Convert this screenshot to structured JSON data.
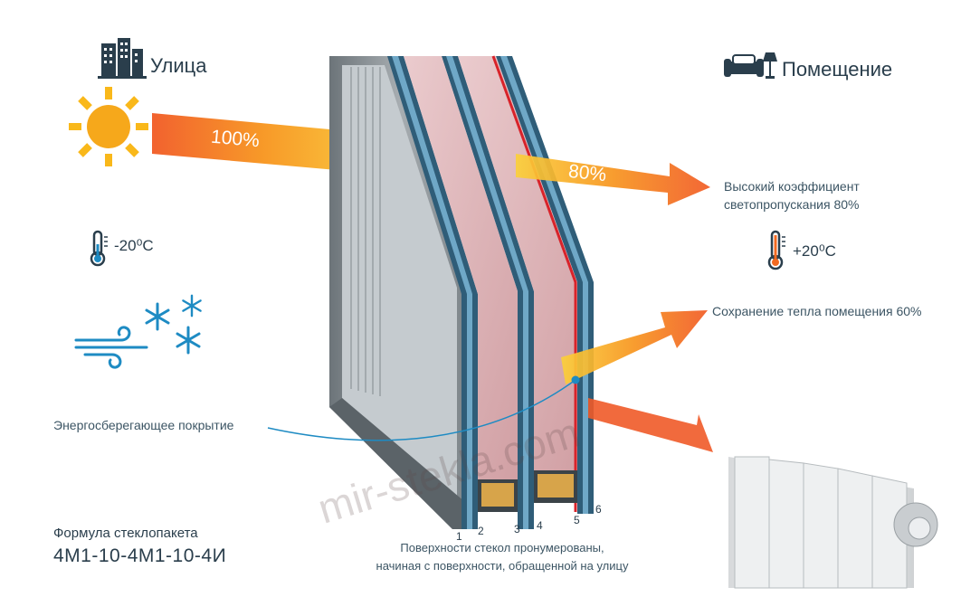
{
  "outside": {
    "label": "Улица",
    "temperature": "-20⁰C",
    "icon": "city-buildings-icon"
  },
  "inside": {
    "label": "Помещение",
    "temperature": "+20⁰C",
    "icon": "sofa-lamp-icon"
  },
  "light": {
    "incoming_percent": "100%",
    "transmitted_percent": "80%",
    "caption_line1": "Высокий коэффициент",
    "caption_line2": "светопропускания 80%"
  },
  "heat": {
    "caption": "Сохранение тепла помещения 60%"
  },
  "coating": {
    "caption": "Энергосберегающее покрытие"
  },
  "surfaces": {
    "numbers": [
      "1",
      "2",
      "3",
      "4",
      "5",
      "6"
    ],
    "note_line1": "Поверхности стекол пронумерованы,",
    "note_line2": "начиная с поверхности, обращенной на улицу"
  },
  "formula": {
    "title": "Формула стеклопакета",
    "value": "4М1-10-4М1-10-4И"
  },
  "watermark": "mir-stekla.com",
  "colors": {
    "accent_dark": "#2a3e4c",
    "icon_blue": "#1e8bc3",
    "sun_yellow": "#f9b81a",
    "arrow_orange": "#f26a21",
    "glass_pink": "#d3a6aa",
    "coating_red": "#d8232a"
  }
}
